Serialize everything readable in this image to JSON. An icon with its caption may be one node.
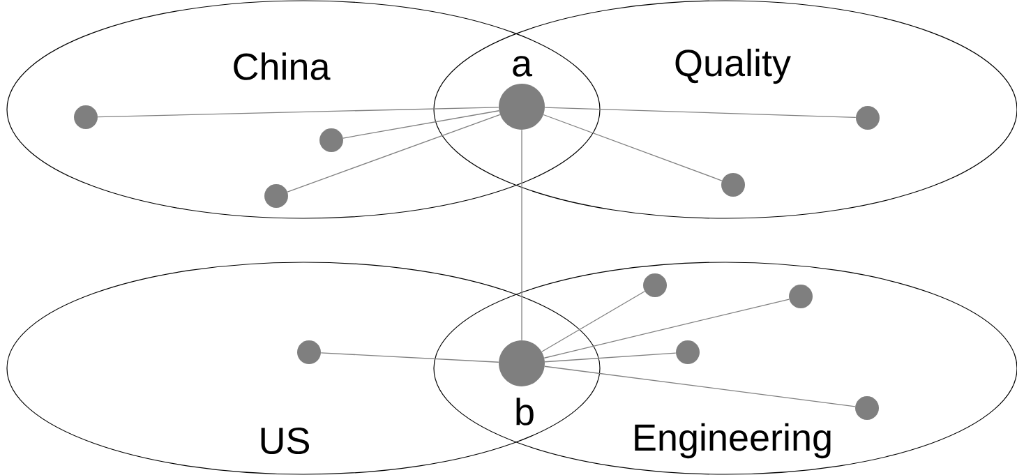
{
  "diagram": {
    "nodes": [
      {
        "text": [
          "China"
        ]
      },
      {
        "text": [
          "Quality"
        ]
      },
      {
        "text": [
          "US"
        ]
      },
      {
        "text": [
          "Engineering"
        ]
      },
      {
        "text": [],
        "shape": "circle",
        "beside": [
          "a"
        ]
      },
      {
        "text": [],
        "shape": "circle",
        "in": 0
      },
      {
        "text": [],
        "shape": "circle",
        "in": 0
      },
      {
        "text": [],
        "shape": "circle",
        "in": 0
      },
      {
        "text": [],
        "shape": "circle",
        "in": 1
      },
      {
        "text": [],
        "shape": "circle",
        "in": 1
      },
      {
        "text": [],
        "shape": "circle",
        "beside": [
          "b"
        ]
      },
      {
        "text": [],
        "shape": "circle",
        "in": 2
      },
      {
        "text": [],
        "shape": "circle",
        "in": 3
      },
      {
        "text": [],
        "shape": "circle",
        "in": 3
      },
      {
        "text": [],
        "shape": "circle",
        "in": 3
      },
      {
        "text": [],
        "shape": "circle",
        "in": 3
      }
    ],
    "edges": [
      {
        "from": 4,
        "to": 5,
        "arrow": "none"
      },
      {
        "from": 4,
        "to": 6,
        "arrow": "none"
      },
      {
        "from": 4,
        "to": 7,
        "arrow": "none"
      },
      {
        "from": 4,
        "to": 8,
        "arrow": "none"
      },
      {
        "from": 4,
        "to": 9,
        "arrow": "none"
      },
      {
        "from": 4,
        "to": 10,
        "arrow": "none"
      },
      {
        "from": 10,
        "to": 11,
        "arrow": "none"
      },
      {
        "from": 10,
        "to": 12,
        "arrow": "none"
      },
      {
        "from": 10,
        "to": 13,
        "arrow": "none"
      },
      {
        "from": 10,
        "to": 14,
        "arrow": "none"
      },
      {
        "from": 10,
        "to": 15,
        "arrow": "none"
      }
    ]
  }
}
